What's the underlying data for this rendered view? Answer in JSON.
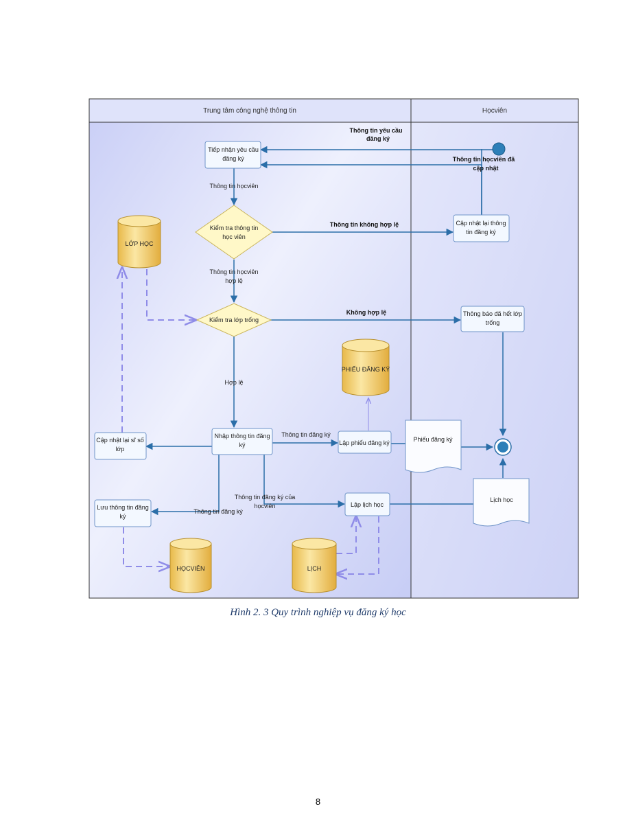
{
  "lanes": {
    "left_title": "Trung tâm công nghệ thông tin",
    "right_title": "Họcviên"
  },
  "nodes": {
    "tiep_nhan": [
      "Tiếp nhận yêu cầu",
      "đăng ký"
    ],
    "kiem_tra_thong_tin": [
      "Kiểm tra thông tin",
      "học viên"
    ],
    "kiem_tra_lop": [
      "Kiểm tra lớp trống"
    ],
    "cap_nhat_lai_thong_tin": [
      "Cập nhật lại thông",
      "tin đăng ký"
    ],
    "thong_bao_het_lop": [
      "Thông báo đã hết lớp",
      "trống"
    ],
    "nhap_thong_tin": [
      "Nhập thông tin đăng",
      "ký"
    ],
    "lap_phieu": [
      "Lập phiếu đăng ký"
    ],
    "cap_nhat_si_so": [
      "Cập nhật lại sĩ số",
      "lớp"
    ],
    "luu_thong_tin": [
      "Lưu thông tin đăng",
      "ký"
    ],
    "lap_lich": [
      "Lập lịch học"
    ],
    "phieu_dang_ky_doc": [
      "Phiếu đăng ký"
    ],
    "lich_hoc_doc": [
      "Lịch học"
    ],
    "db_lop_hoc": [
      "LỚP HỌC"
    ],
    "db_phieu": [
      "PHIẾU ĐĂNG KÝ"
    ],
    "db_hoc_vien": [
      "HỌCVIÊN"
    ],
    "db_lich": [
      "LỊCH"
    ]
  },
  "labels": {
    "yeu_cau": [
      "Thông tin yêu cầu",
      "đăng ký"
    ],
    "da_cap_nhat": [
      "Thông tin họcviên đã",
      "cập nhật"
    ],
    "thong_tin_hoc_vien": [
      "Thông tin họcviên"
    ],
    "khong_hop_le_info": [
      "Thông tin không hợp lệ"
    ],
    "hoc_vien_hop_le": [
      "Thông tin họcviên",
      "hợp lệ"
    ],
    "khong_hop_le": [
      "Không hợp lệ"
    ],
    "hop_le": [
      "Hợp lệ"
    ],
    "thong_tin_dang_ky_1": [
      "Thông tin đăng ký"
    ],
    "thong_tin_dang_ky_cua": [
      "Thông tin đăng ký của",
      "họcviên"
    ],
    "thong_tin_dang_ky_2": [
      "Thông tin đăng ký"
    ]
  },
  "caption": "Hình 2. 3 Quy trình nghiệp vụ đăng ký học",
  "page_number": "8",
  "colors": {
    "process_fill": "#f3f8ff",
    "process_stroke": "#6f94c8",
    "decision_fill": "#fff8c8",
    "decision_stroke": "#c9b45a",
    "db_fill": "#f7d77a",
    "db_stroke": "#b8902e",
    "flow_line": "#2b6ea8",
    "dashed_line": "#8f8ce8",
    "lane_border": "#333333"
  }
}
